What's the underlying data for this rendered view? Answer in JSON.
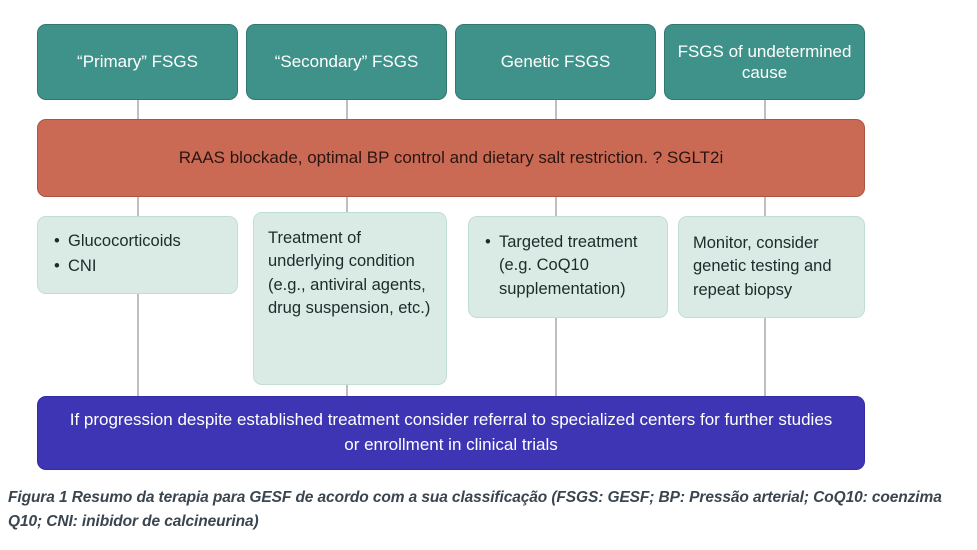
{
  "figure": {
    "caption": "Figura 1 Resumo da terapia para GESF de acordo com a sua classificação (FSGS: GESF; BP: Pressão arterial; CoQ10: coenzima Q10; CNI: inibidor de calcineurina)"
  },
  "colors": {
    "category_fill": "#3f9289",
    "category_border": "#33786f",
    "category_text": "#ffffff",
    "band_red_fill": "#cb6a54",
    "band_red_border": "#a9553f",
    "band_red_text": "#2b1410",
    "treatment_fill": "#d9ebe4",
    "treatment_border": "#c2ded4",
    "treatment_text": "#1d2b2b",
    "band_blue_fill": "#3d35b3",
    "band_blue_border": "#342ca0",
    "band_blue_text": "#ffffff",
    "connector": "#bfbfbf",
    "caption_text": "#3a4550",
    "background": "#ffffff"
  },
  "categories": [
    {
      "label": "“Primary” FSGS"
    },
    {
      "label": "“Secondary” FSGS"
    },
    {
      "label": "Genetic FSGS"
    },
    {
      "label": "FSGS of undetermined cause"
    }
  ],
  "general_therapy_band": {
    "label": "RAAS blockade, optimal BP control and dietary salt restriction. ? SGLT2i"
  },
  "treatments": [
    {
      "type": "bullets",
      "items": [
        "Glucocorticoids",
        "CNI"
      ]
    },
    {
      "type": "paragraph",
      "text": "Treatment of underlying condition (e.g., antiviral agents, drug suspension, etc.)"
    },
    {
      "type": "bullets",
      "items": [
        "Targeted treatment (e.g. CoQ10 supplementation)"
      ]
    },
    {
      "type": "paragraph",
      "text": "Monitor, consider genetic testing and repeat biopsy"
    }
  ],
  "escalation_band": {
    "label": "If progression despite established treatment consider referral to specialized centers for further studies or enrollment in clinical trials"
  }
}
